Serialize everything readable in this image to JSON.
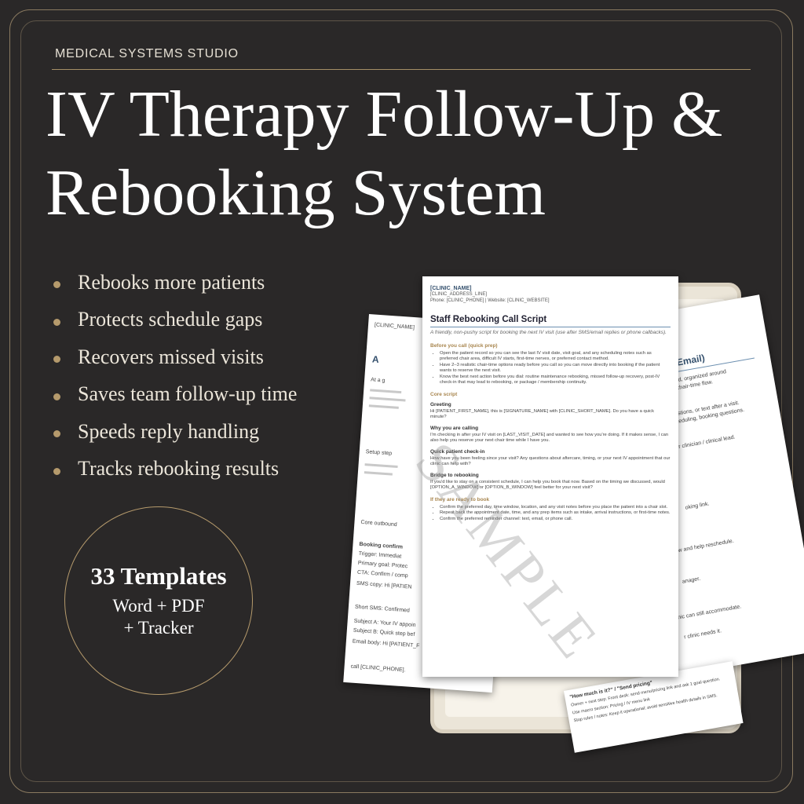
{
  "brand": "MEDICAL SYSTEMS STUDIO",
  "title_lines": [
    "IV Therapy Follow-Up &",
    "Rebooking System"
  ],
  "features": [
    "Rebooks more patients",
    "Protects schedule gaps",
    "Recovers missed visits",
    "Saves team follow-up time",
    "Speeds reply handling",
    "Tracks rebooking results"
  ],
  "badge": {
    "count": "33 Templates",
    "format_line1": "Word + PDF",
    "format_line2": "+ Tracker"
  },
  "colors": {
    "background": "#2a2828",
    "accent_gold": "#b59a6c",
    "text": "#ffffff"
  },
  "front_doc": {
    "clinic_name": "[CLINIC_NAME]",
    "address": "[CLINIC_ADDRESS_LINE]",
    "contact": "Phone: [CLINIC_PHONE]  |  Website: [CLINIC_WEBSITE]",
    "title": "Staff Rebooking Call Script",
    "tagline": "A friendly, non-pushy script for booking the next IV visit (use after SMS/email replies or phone callbacks).",
    "sec_prep": "Before you call (quick prep)",
    "prep_items": [
      "Open the patient record so you can see the last IV visit date, visit goal, and any scheduling notes such as preferred chair area, difficult IV starts, first-time nerves, or preferred contact method.",
      "Have 2–3 realistic chair-time options ready before you call so you can move directly into booking if the patient wants to reserve the next visit.",
      "Know the best next action before you dial: routine maintenance rebooking, missed follow-up recovery, post-IV check-in that may lead to rebooking, or package / membership continuity."
    ],
    "sec_core": "Core script",
    "greeting_label": "Greeting",
    "greeting_text": "Hi [PATIENT_FIRST_NAME], this is [SIGNATURE_NAME] with [CLINIC_SHORT_NAME]. Do you have a quick minute?",
    "why_label": "Why you are calling",
    "why_text": "I'm checking in after your IV visit on [LAST_VISIT_DATE] and wanted to see how you're doing. If it makes sense, I can also help you reserve your next chair time while I have you.",
    "checkin_label": "Quick patient check-in",
    "checkin_text": "How have you been feeling since your visit? Any questions about aftercare, timing, or your next IV appointment that our clinic can help with?",
    "bridge_label": "Bridge to rebooking",
    "bridge_text": "If you'd like to stay on a consistent schedule, I can help you book that now. Based on the timing we discussed, would [OPTION_A_WINDOW] or [OPTION_B_WINDOW] feel better for your next visit?",
    "sec_ready": "If they are ready to book",
    "ready_items": [
      "Confirm the preferred day, time window, location, and any visit notes before you place the patient into a chair slot.",
      "Repeat back the appointment date, time, and any prep items such as intake, arrival instructions, or first-time notes.",
      "Confirm the preferred reminder channel: text, email, or phone call."
    ],
    "watermark": "SAMPLE"
  },
  "left_doc": {
    "heading": "A",
    "fragments": [
      "[CLINIC_NAME]",
      "At a g",
      "Setup step",
      "Core outbound",
      "Booking confirm",
      "Trigger: Immediat",
      "Primary goal: Protec",
      "CTA: Confirm / comp",
      "SMS copy: Hi [PATIEN",
      "Short SMS: Confirmed",
      "Subject A: Your IV appoin",
      "Subject B: Quick step bef",
      "Email body: Hi [PATIENT_F",
      "call [CLINIC_PHONE]."
    ]
  },
  "right_doc": {
    "heading": "S + Email)",
    "fragments": [
      "lead, organized around",
      "d chair-time flow.",
      "questions, or text after a visit.",
      "scheduling, booking questions.",
      "your clinician / clinical lead.",
      "oking link.",
      "ndow and help reschedule.",
      "anager.",
      "he clinic can still accommodate.",
      "r clinic needs it.",
      "\"How much is it?\" / \"Send pricing\"",
      "Owner + next step: Front desk: send menu/pricing link and ask 1 goal question.",
      "Use macro section: Pricing / IV menu link",
      "Stop rules / notes: Keep it operational; avoid sensitive health details in SMS."
    ]
  }
}
